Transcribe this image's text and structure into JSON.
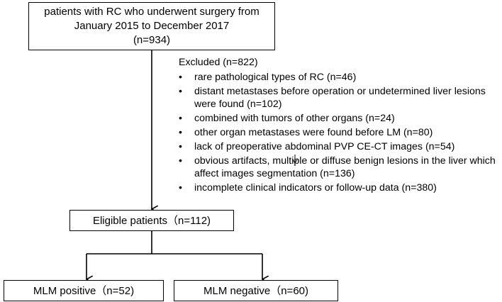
{
  "nodes": {
    "top": {
      "line1": "patients with RC who underwent surgery from",
      "line2": "January 2015 to December 2017",
      "line3": "(n=934)"
    },
    "excluded": {
      "title": "Excluded (n=822)",
      "items": [
        {
          "text": "rare pathological types of RC (n=46)"
        },
        {
          "text": "distant metastases before operation or undetermined liver lesions were found (n=102)"
        },
        {
          "text": "combined with tumors of other organs (n=24)"
        },
        {
          "text": "other organ metastases were found before LM (n=80)"
        },
        {
          "text": "lack of preoperative abdominal PVP CE-CT images (n=54)"
        },
        {
          "text": "obvious artifacts, multiple or diffuse benign lesions in the liver which affect images segmentation (n=136)"
        },
        {
          "text": "incomplete clinical indicators or follow-up data (n=380)"
        }
      ]
    },
    "eligible": {
      "label": "Eligible patients（n=112)"
    },
    "positive": {
      "label": "MLM positive（n=52)"
    },
    "negative": {
      "label": "MLM negative（n=60)"
    }
  },
  "edges": [
    {
      "from": "top",
      "to": "eligible"
    },
    {
      "from": "eligible",
      "to": "positive"
    },
    {
      "from": "eligible",
      "to": "negative"
    }
  ]
}
